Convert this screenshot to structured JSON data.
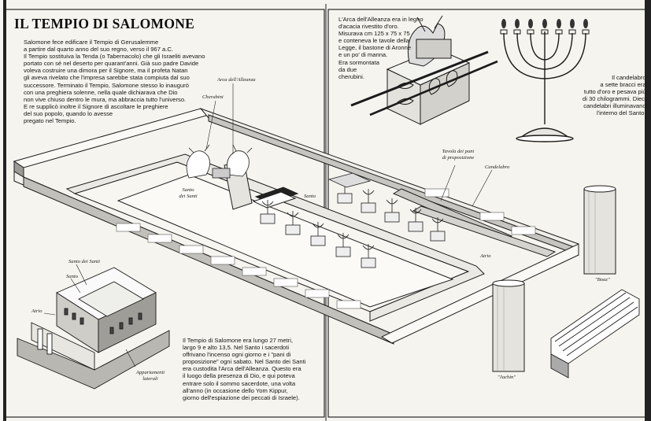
{
  "title": "IL TEMPIO DI SALOMONE",
  "intro_lines": [
    "Salomone fece edificare il Tempio di Gerusalemme",
    "a partire dal quarto anno del suo regno, verso il 967 a.C.",
    "Il Tempio sostituiva la Tenda (o Tabernacolo) che gli Israeliti avevano",
    "portato con sé nel deserto per quarant'anni. Già suo padre Davide",
    "voleva costruire una dimora per il Signore, ma il profeta Natan",
    "gli aveva rivelato che l'impresa sarebbe stata compiuta dal suo",
    "successore. Terminato il Tempio, Salomone stesso lo inaugurò",
    "con una preghiera solenne, nella quale dichiarava che Dio",
    "non vive chiuso dentro le mura, ma abbraccia tutto l'universo.",
    "E re supplicò inoltre il Signore di ascoltare le preghiere",
    "del suo popolo, quando lo avesse",
    "pregato nel Tempio."
  ],
  "ark_text_lines": [
    "L'Arca dell'Alleanza era in legno",
    "d'acacia rivestito d'oro.",
    "Misurava cm 125 x 75 x 75",
    "e conteneva le tavole della",
    "Legge, il bastone di Aronne",
    "e un po' di manna.",
    "Era sormontata",
    "da due",
    "cherubini."
  ],
  "candelabro_text_lines": [
    "Il candelabro",
    "a sette bracci era",
    "tutto d'oro e pesava più",
    "di 30 chilogrammi. Dieci",
    "candelabri illuminavano",
    "l'interno del Santo."
  ],
  "bottom_text_lines": [
    "Il Tempio di Salomone era lungo 27 metri,",
    "largo 9 e alto 13,5. Nel Santo i sacerdoti",
    "offrivano l'incenso ogni giorno e i \"pani di",
    "proposizione\" ogni sabato. Nel Santo dei Santi",
    "era custodita l'Arca dell'Alleanza. Questo era",
    "il luogo della presenza di Dio, e qui poteva",
    "entrare solo il sommo sacerdote, una volta",
    "all'anno (in occasione dello Yom Kippur,",
    "giorno dell'espiazione dei peccati di Israele)."
  ],
  "labels": {
    "arca": "Arca dell'Alleanza",
    "cherubini": "Cherubini",
    "santo_dei_santi_1": "Santo",
    "santo_dei_santi_2": "dei Santi",
    "santo": "Santo",
    "tavola_1": "Tavola dei pani",
    "tavola_2": "di proposizione",
    "candelabro": "Candelabro",
    "atrio": "Atrio",
    "boaz": "\"Boaz\"",
    "jachin": "\"Jachin\"",
    "inset_santo_dei_santi": "Santo dei Santi",
    "inset_santo": "Santo",
    "inset_atrio": "Atrio",
    "appartamenti_1": "Appartamenti",
    "appartamenti_2": "laterali"
  },
  "icons": [
    "ark-icon",
    "menorah-icon",
    "temple-plan-icon",
    "cherub-icon",
    "column-icon",
    "stairs-icon",
    "temple-cutaway-icon"
  ],
  "colors": {
    "paper": "#f6f4ee",
    "ink": "#1a1a1a",
    "shade": "#b8b6b0",
    "frame": "#2a2a2a"
  }
}
